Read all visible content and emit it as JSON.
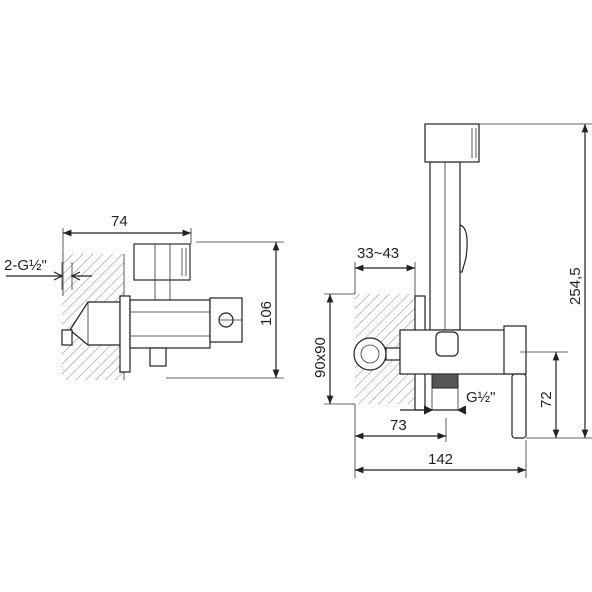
{
  "side_view": {
    "dim_width": "74",
    "dim_thread": "2-G½\"",
    "dim_height": "106"
  },
  "front_view": {
    "dim_depth_range": "33~43",
    "dim_box": "90x90",
    "dim_total_height": "254,5",
    "dim_outlet_height": "72",
    "dim_thread": "G½\"",
    "dim_73": "73",
    "dim_142": "142"
  }
}
